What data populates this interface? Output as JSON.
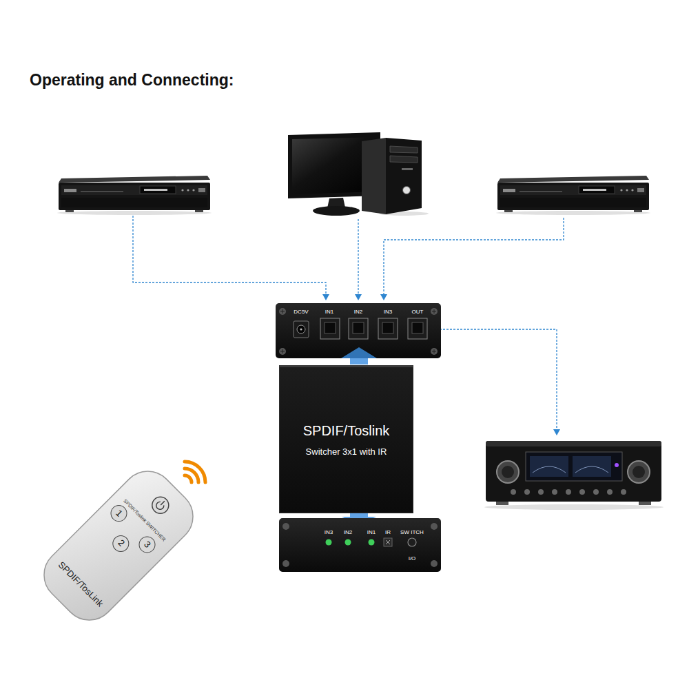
{
  "diagram": {
    "title": "Operating and Connecting:",
    "nodes": [
      {
        "text": [
          "SPDIF/Toslink",
          "Switcher 3x1 with IR"
        ]
      },
      {
        "text": [
          "SPDIF/Toslink SWITCHER",
          "SPDIF/TosLink"
        ]
      },
      {
        "text": [
          "1"
        ],
        "in": 1
      },
      {
        "text": [
          "2"
        ],
        "in": 1
      },
      {
        "text": [
          "3"
        ],
        "in": 1
      }
    ],
    "labels": [
      "DC5V",
      "IN1",
      "IN2",
      "IN3",
      "OUT",
      "IN3",
      "IN2",
      "IN1",
      "IR",
      "SW ITCH",
      "I/O"
    ]
  }
}
